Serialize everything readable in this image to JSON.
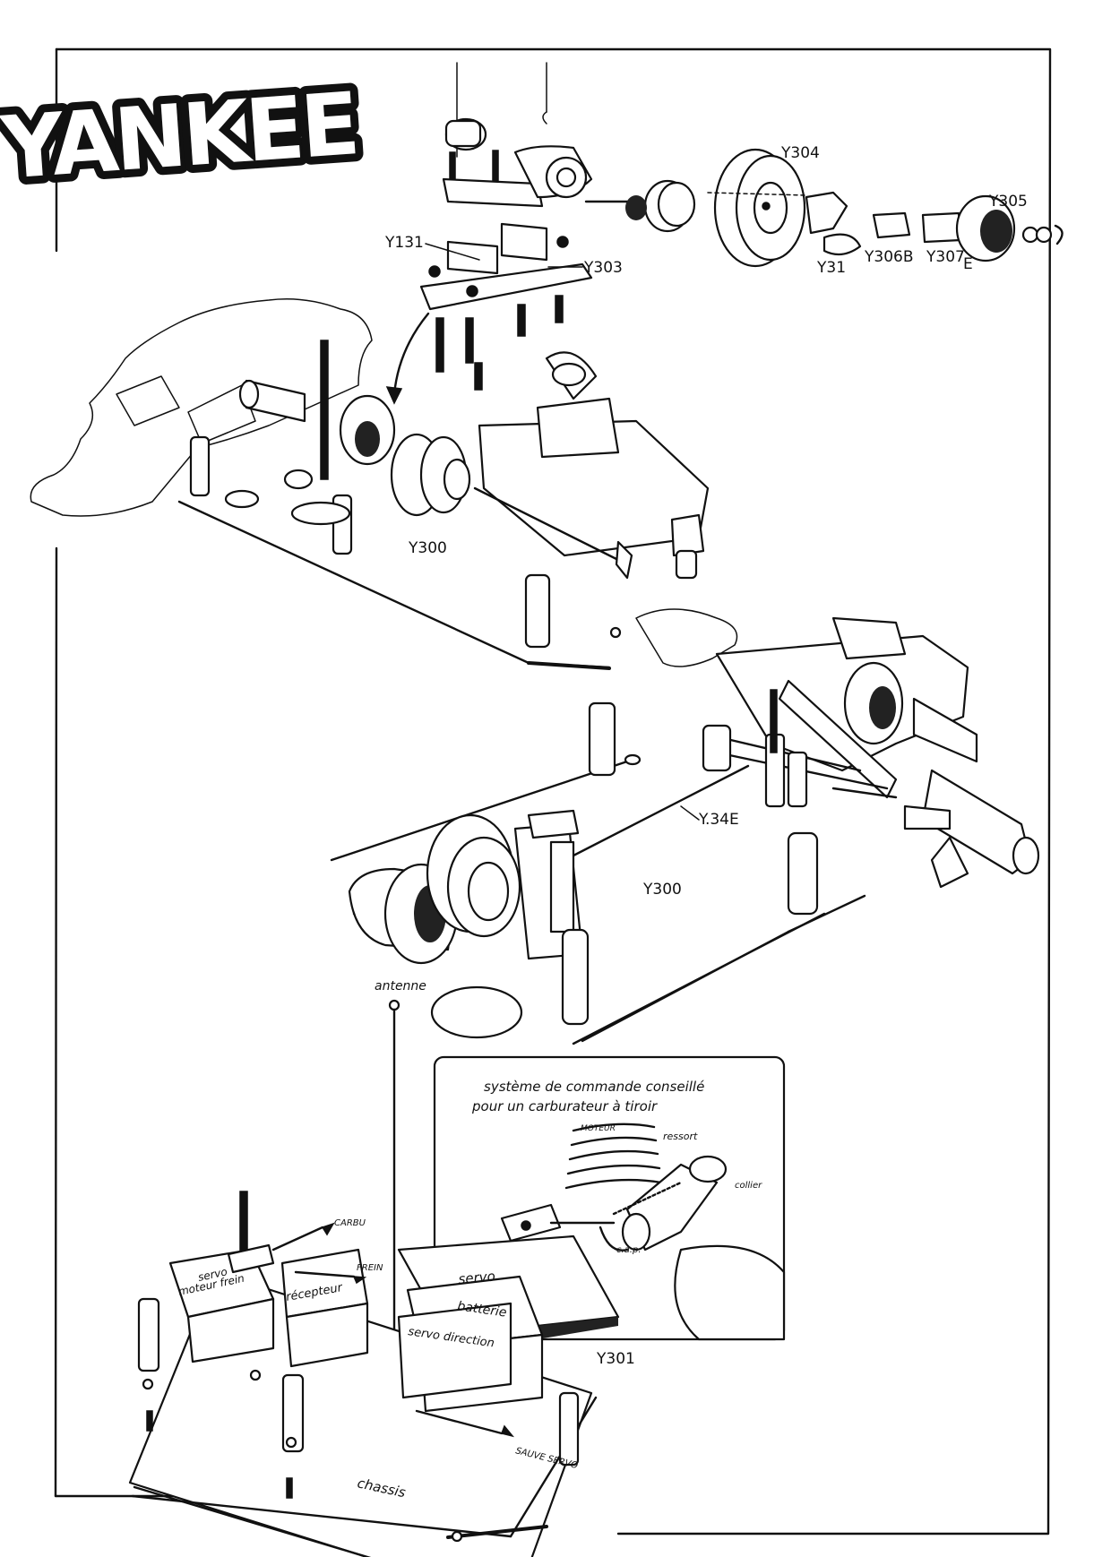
{
  "logo": {
    "text": "YANKEE"
  },
  "part_labels": {
    "y131": "Y131",
    "y303": "Y303",
    "y304": "Y304",
    "y305": "Y305",
    "y31": "Y31",
    "y306b": "Y306B",
    "y307": "Y307",
    "y307_suffix": "E",
    "y300_upper": "Y300",
    "y300_lower": "Y300",
    "y34e": "Y.34E",
    "y301": "Y301"
  },
  "component_labels": {
    "antenne": "antenne",
    "carbu": "CARBU",
    "frein": "FREIN",
    "servo_moteur_frein_line1": "servo",
    "servo_moteur_frein_line2": "moteur frein",
    "recepteur": "récepteur",
    "batterie": "batterie",
    "servo_direction": "servo direction",
    "sauve_servo": "SAUVE SERVO",
    "chassis": "chassis"
  },
  "inset": {
    "title_line1": "système de commande conseillé",
    "title_line2": "pour un carburateur à tiroir",
    "moteur": "MOTEUR",
    "ressort": "ressort",
    "collier": "collier",
    "cap": "c.a.p.",
    "servo": "servo"
  }
}
